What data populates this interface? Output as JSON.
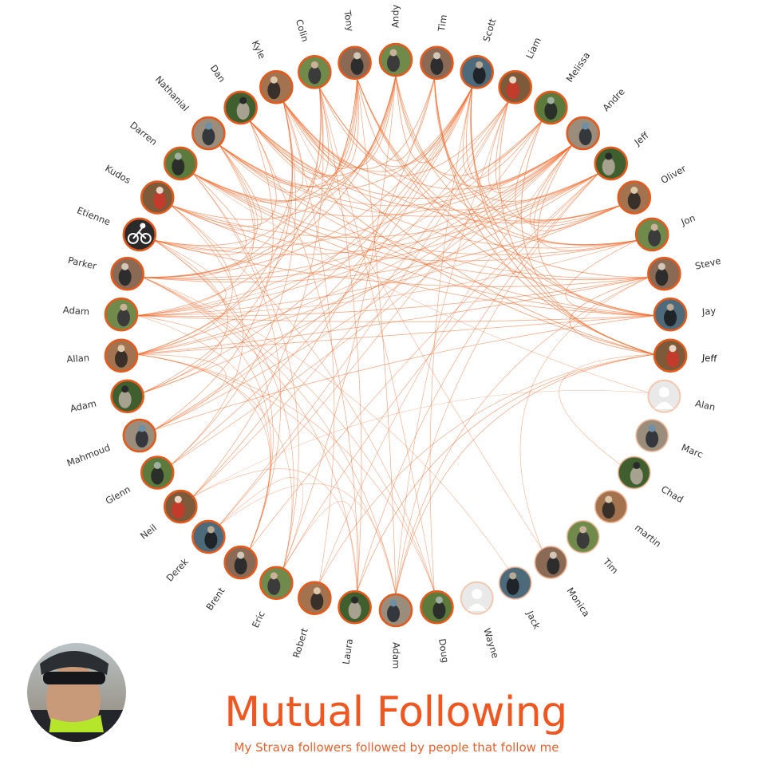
{
  "title": "Mutual Following",
  "subtitle": "My Strava followers followed by people that follow me",
  "colors": {
    "accent": "#f0561f",
    "link": "#f26a2b",
    "ring_active": "#e55a1c",
    "ring_faint": "#f6b392"
  },
  "owner": {
    "icon": "avatar"
  },
  "nodes": [
    {
      "name": "Andy",
      "strength": 0.95
    },
    {
      "name": "Tim",
      "strength": 0.95
    },
    {
      "name": "Scott",
      "strength": 0.9
    },
    {
      "name": "Liam",
      "strength": 0.75
    },
    {
      "name": "Melissa",
      "strength": 0.75
    },
    {
      "name": "Andre",
      "strength": 0.8
    },
    {
      "name": "Jeff",
      "strength": 0.85
    },
    {
      "name": "Oliver",
      "strength": 0.85
    },
    {
      "name": "Jon",
      "strength": 0.7
    },
    {
      "name": "Steve",
      "strength": 0.9
    },
    {
      "name": "Jay",
      "strength": 0.85
    },
    {
      "name": "Jeff",
      "strength": 1.0,
      "highlight": true
    },
    {
      "name": "Alan",
      "strength": 0.05,
      "placeholder": true
    },
    {
      "name": "Marc",
      "strength": 0.1
    },
    {
      "name": "Chad",
      "strength": 0.1
    },
    {
      "name": "martin",
      "strength": 0.1
    },
    {
      "name": "Tim",
      "strength": 0.1
    },
    {
      "name": "Monica",
      "strength": 0.15
    },
    {
      "name": "Jack",
      "strength": 0.15
    },
    {
      "name": "Wayne",
      "strength": 0.1,
      "placeholder": true
    },
    {
      "name": "Doug",
      "strength": 0.35
    },
    {
      "name": "Adam",
      "strength": 0.4
    },
    {
      "name": "Laura",
      "strength": 0.5
    },
    {
      "name": "Robert",
      "strength": 0.3
    },
    {
      "name": "Eric",
      "strength": 0.45
    },
    {
      "name": "Brent",
      "strength": 0.45
    },
    {
      "name": "Derek",
      "strength": 0.5
    },
    {
      "name": "Neil",
      "strength": 0.55
    },
    {
      "name": "Glenn",
      "strength": 0.5
    },
    {
      "name": "Mahmoud",
      "strength": 0.6
    },
    {
      "name": "Adam",
      "strength": 0.65
    },
    {
      "name": "Allan",
      "strength": 0.7
    },
    {
      "name": "Adam",
      "strength": 0.6
    },
    {
      "name": "Parker",
      "strength": 0.75
    },
    {
      "name": "Etienne",
      "strength": 0.8,
      "cyclist": true
    },
    {
      "name": "Kudos",
      "strength": 0.8
    },
    {
      "name": "Darren",
      "strength": 0.8
    },
    {
      "name": "Nathanial",
      "strength": 0.7
    },
    {
      "name": "Dan",
      "strength": 0.85
    },
    {
      "name": "Kyle",
      "strength": 0.85
    },
    {
      "name": "Colin",
      "strength": 0.85
    },
    {
      "name": "Tony",
      "strength": 0.95
    }
  ]
}
